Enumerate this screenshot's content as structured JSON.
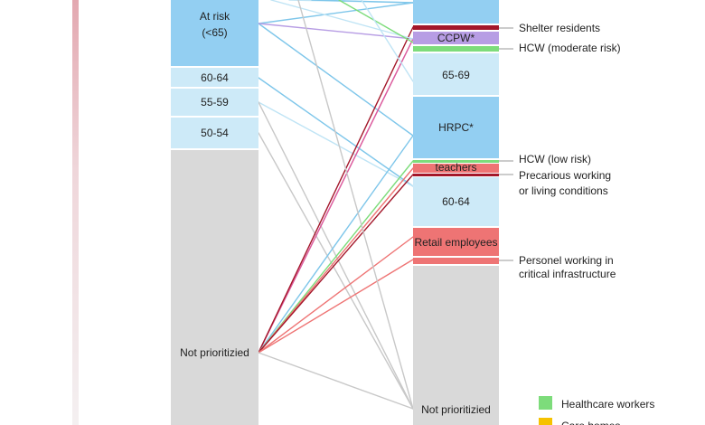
{
  "left_column": {
    "blocks": [
      {
        "id": "at_risk",
        "label_lines": [
          "At risk",
          "(<65)"
        ],
        "color": "#93cff2"
      },
      {
        "id": "l_60_64",
        "label_lines": [
          "60-64"
        ],
        "color": "#cdeaf8"
      },
      {
        "id": "l_55_59",
        "label_lines": [
          "55-59"
        ],
        "color": "#cdeaf8"
      },
      {
        "id": "l_50_54",
        "label_lines": [
          "50-54"
        ],
        "color": "#cdeaf8"
      },
      {
        "id": "l_not_prio",
        "label_lines": [
          "Not prioritizied"
        ],
        "color": "#d9d9d9"
      }
    ]
  },
  "right_column": {
    "blocks": [
      {
        "id": "r_top",
        "label_lines": [],
        "color": "#93cff2"
      },
      {
        "id": "shelter",
        "label_lines": [],
        "color": "#a3172a"
      },
      {
        "id": "ccpw",
        "label_lines": [
          "CCPW*"
        ],
        "color": "#b79de4"
      },
      {
        "id": "hcw_mod",
        "label_lines": [],
        "color": "#7ddc7b"
      },
      {
        "id": "r_65_69",
        "label_lines": [
          "65-69"
        ],
        "color": "#cdeaf8"
      },
      {
        "id": "hrpc",
        "label_lines": [
          "HRPC*"
        ],
        "color": "#93cff2"
      },
      {
        "id": "hcw_low",
        "label_lines": [],
        "color": "#7ddc7b"
      },
      {
        "id": "teachers",
        "label_lines": [
          "teachers"
        ],
        "color": "#ee7474"
      },
      {
        "id": "precarious",
        "label_lines": [],
        "color": "#a3172a"
      },
      {
        "id": "r_60_64",
        "label_lines": [
          "60-64"
        ],
        "color": "#cdeaf8"
      },
      {
        "id": "retail",
        "label_lines": [
          "Retail employees"
        ],
        "color": "#ee7474"
      },
      {
        "id": "critical",
        "label_lines": [],
        "color": "#ee7474"
      },
      {
        "id": "r_not_prio",
        "label_lines": [
          "Not prioritizied"
        ],
        "color": "#d9d9d9"
      }
    ]
  },
  "side_labels": [
    {
      "target": "shelter",
      "lines": [
        "Shelter residents"
      ]
    },
    {
      "target": "hcw_mod",
      "lines": [
        "HCW (moderate risk)"
      ]
    },
    {
      "target": "hcw_low",
      "lines": [
        "HCW (low risk)"
      ]
    },
    {
      "target": "precarious",
      "lines": [
        "Precarious working",
        "or living conditions"
      ]
    },
    {
      "target": "critical",
      "lines": [
        "Personel working in",
        "critical infrastructure"
      ]
    }
  ],
  "legend": [
    {
      "label": "Healthcare workers",
      "color": "#7ddc7b"
    },
    {
      "label": "Care homes",
      "color": "#f6c200"
    }
  ],
  "flows": [
    {
      "from": "at_risk",
      "to": "r_top",
      "color": "#7ec6ea"
    },
    {
      "from": "at_risk",
      "to": "hrpc",
      "color": "#7ec6ea"
    },
    {
      "from": "at_risk",
      "to": "ccpw",
      "color": "#b79de4"
    },
    {
      "from": "l_60_64",
      "to": "r_60_64",
      "color": "#7ec6ea"
    },
    {
      "from": "l_55_59",
      "to": "r_60_64",
      "color": "#bfe4f5"
    },
    {
      "from": "l_55_59",
      "to": "r_not_prio",
      "color": "#c8c8c8"
    },
    {
      "from": "l_50_54",
      "to": "r_not_prio",
      "color": "#c8c8c8"
    },
    {
      "from": "l_not_prio",
      "to": "ccpw",
      "color": "#b79de4"
    },
    {
      "from": "l_not_prio",
      "to": "ccpw",
      "color": "#e05b9a"
    },
    {
      "from": "l_not_prio",
      "to": "shelter",
      "color": "#a3172a"
    },
    {
      "from": "l_not_prio",
      "to": "hrpc",
      "color": "#7ec6ea"
    },
    {
      "from": "l_not_prio",
      "to": "hcw_low",
      "color": "#7ddc7b"
    },
    {
      "from": "l_not_prio",
      "to": "teachers",
      "color": "#ee7474"
    },
    {
      "from": "l_not_prio",
      "to": "precarious",
      "color": "#a3172a"
    },
    {
      "from": "l_not_prio",
      "to": "retail",
      "color": "#ee7474"
    },
    {
      "from": "l_not_prio",
      "to": "critical",
      "color": "#ee7474"
    },
    {
      "from": "l_not_prio",
      "to": "r_not_prio",
      "color": "#c8c8c8"
    }
  ],
  "offscreen_flows": [
    {
      "to": "r_top",
      "color": "#bfe4f5"
    },
    {
      "to": "r_top",
      "color": "#7ec6ea"
    },
    {
      "to": "ccpw",
      "color": "#bfe4f5"
    },
    {
      "to": "hcw_mod",
      "color": "#7ddc7b"
    },
    {
      "to": "r_65_69",
      "color": "#bfe4f5"
    },
    {
      "to": "r_not_prio",
      "color": "#c8c8c8"
    }
  ]
}
